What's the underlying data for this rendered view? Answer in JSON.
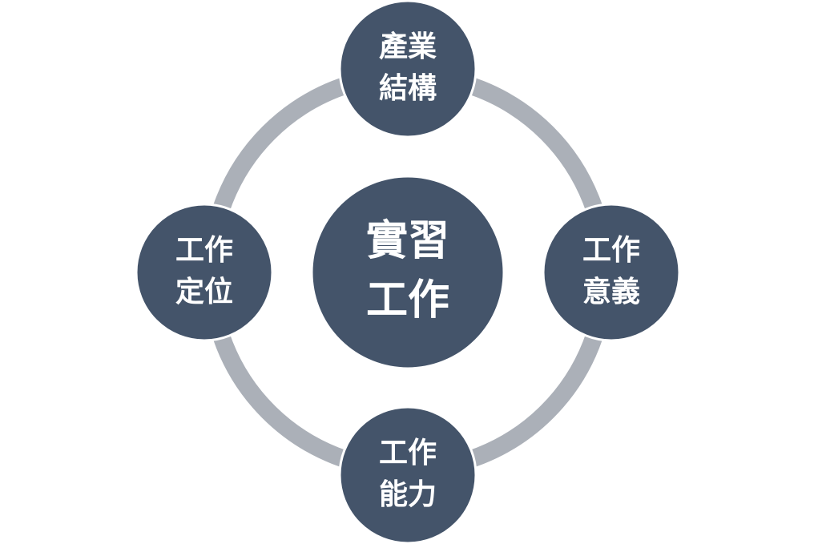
{
  "diagram": {
    "type": "cycle",
    "colors": {
      "node_fill": "#44546a",
      "node_stroke": "#ffffff",
      "ring": "#abb0b8",
      "text": "#ffffff"
    },
    "center": {
      "lines": [
        "實習",
        "工作"
      ]
    },
    "nodes": {
      "top": {
        "lines": [
          "產業",
          "結構"
        ]
      },
      "right": {
        "lines": [
          "工作",
          "意義"
        ]
      },
      "bottom": {
        "lines": [
          "工作",
          "能力"
        ]
      },
      "left": {
        "lines": [
          "工作",
          "定位"
        ]
      }
    }
  }
}
